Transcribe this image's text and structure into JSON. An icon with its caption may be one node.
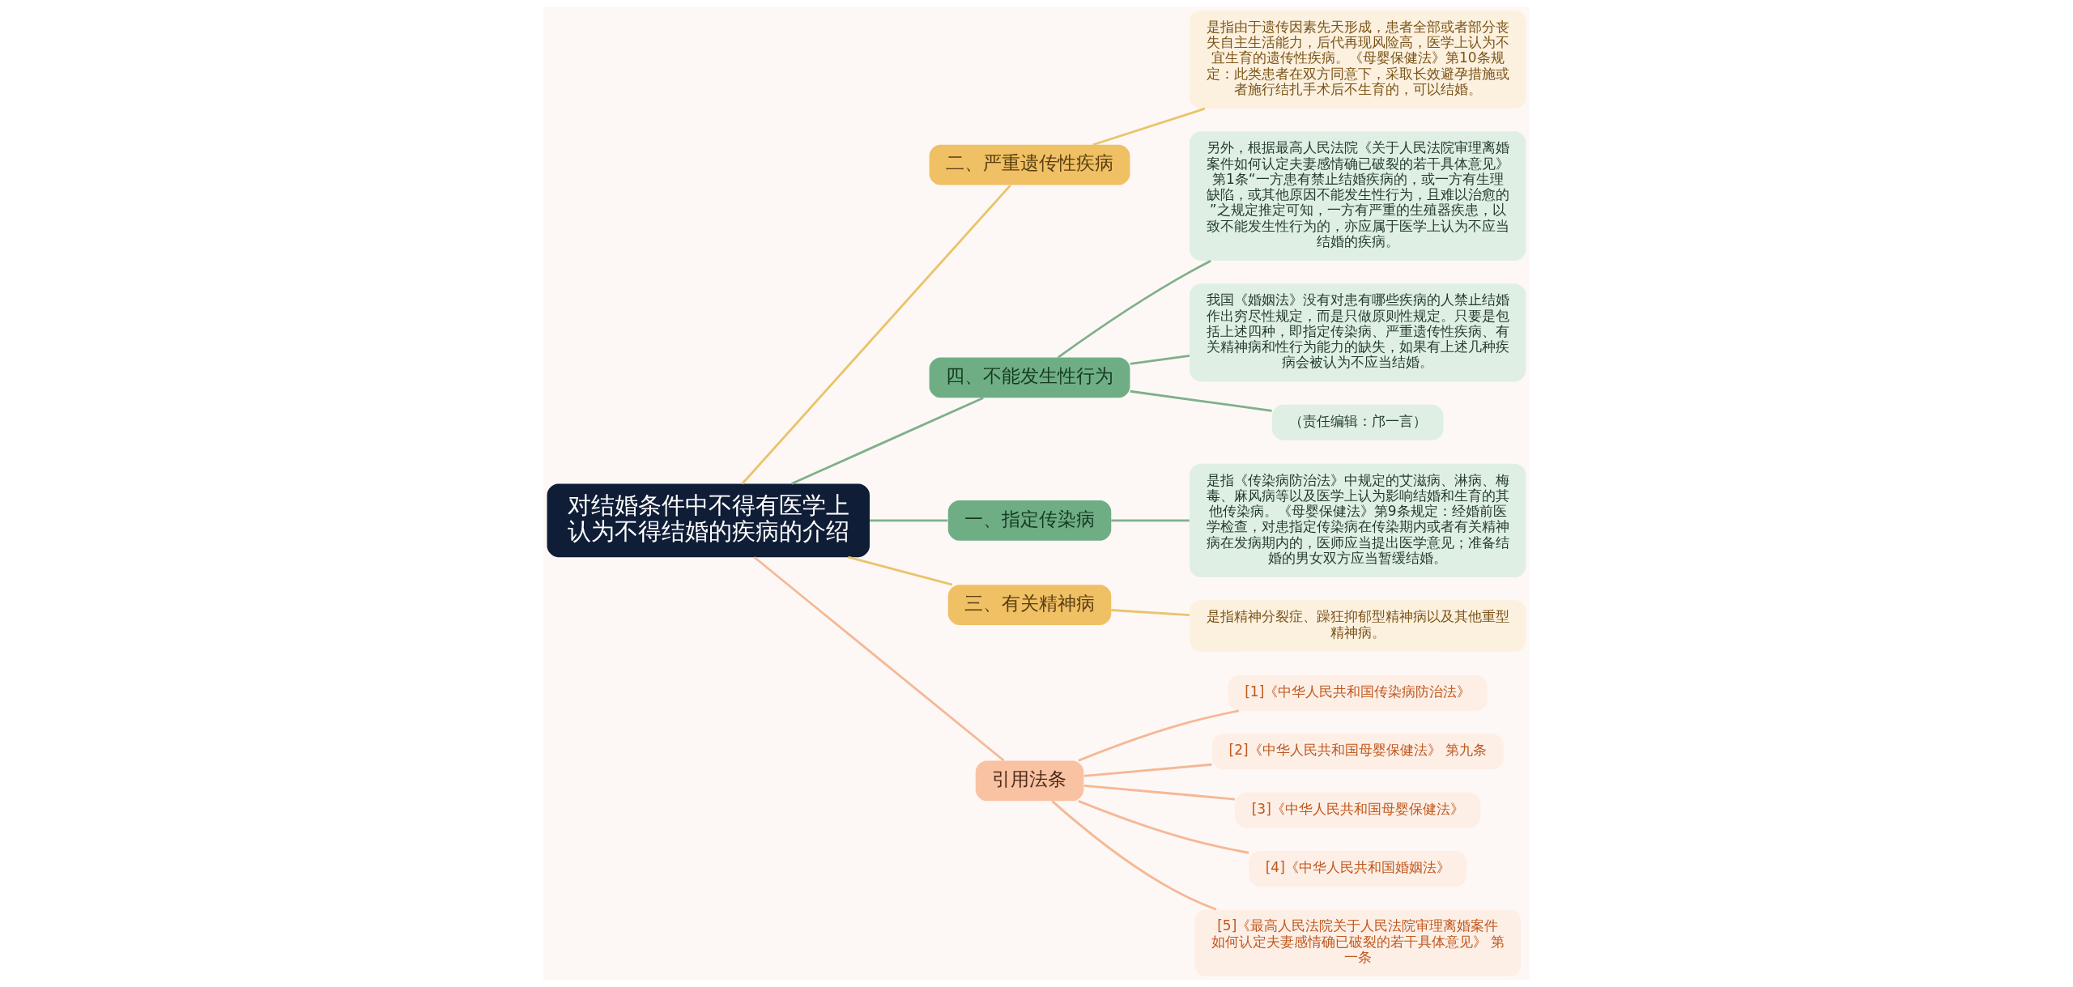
{
  "diagram": {
    "nodes": [
      {
        "text": [
          "对结婚条件中不得有医学上认为不得结婚的疾病的介绍"
        ]
      },
      {
        "text": [
          "二、严重遗传性疾病"
        ]
      },
      {
        "text": [
          "是指由于遗传因素先天形成，患者全部或者部分丧失自主生活能力，后代再现风险高，医学上认为不宜生育的遗传性疾病。《母婴保健法》第10条规定：此类患者在双方同意下，采取长效避孕措施或者施行结扎手术后不生育的，可以结婚。"
        ]
      },
      {
        "text": [
          "四、不能发生性行为"
        ]
      },
      {
        "text": [
          "另外，根据最高人民法院《关于人民法院审理离婚案件如何认定夫妻感情确已破裂的若干具体意见》第1条“一方患有禁止结婚疾病的，或一方有生理缺陷，或其他原因不能发生性行为，且难以治愈的”之规定推定可知，一方有严重的生殖器疾患，以致不能发生性行为的，亦应属于医学上认为不应当结婚的疾病。"
        ]
      },
      {
        "text": [
          "我国《婚姻法》没有对患有哪些疾病的人禁止结婚作出穷尽性规定，而是只做原则性规定。只要是包括上述四种，即指定传染病、严重遗传性疾病、有关精神病和性行为能力的缺失，如果有上述几种疾病会被认为不应当结婚。"
        ]
      },
      {
        "text": [
          "（责任编辑：邝一言）"
        ]
      },
      {
        "text": [
          "一、指定传染病"
        ]
      },
      {
        "text": [
          "是指《传染病防治法》中规定的艾滋病、淋病、梅毒、麻风病等以及医学上认为影响结婚和生育的其他传染病。《母婴保健法》第9条规定：经婚前医学检查，对患指定传染病在传染期内或者有关精神病在发病期内的，医师应当提出医学意见；准备结婚的男女双方应当暂缓结婚。"
        ]
      },
      {
        "text": [
          "三、有关精神病"
        ]
      },
      {
        "text": [
          "是指精神分裂症、躁狂抑郁型精神病以及其他重型精神病。"
        ]
      },
      {
        "text": [
          "引用法条"
        ]
      },
      {
        "text": [
          "[1]《中华人民共和国传染病防治法》"
        ]
      },
      {
        "text": [
          "[2]《中华人民共和国母婴保健法》 第九条"
        ]
      },
      {
        "text": [
          "[3]《中华人民共和国母婴保健法》"
        ]
      },
      {
        "text": [
          "[4]《中华人民共和国婚姻法》"
        ]
      },
      {
        "text": [
          "[5]《最高人民法院关于人民法院审理离婚案件如何认定夫妻感情确已破裂的若干具体意见》 第一条"
        ]
      }
    ],
    "edges": [
      {
        "from": 0,
        "to": 1,
        "arrow": "none",
        "color": "#e9c46a"
      },
      {
        "from": 1,
        "to": 2,
        "arrow": "none",
        "color": "#e9c46a"
      },
      {
        "from": 0,
        "to": 3,
        "arrow": "none",
        "color": "#7fb08a"
      },
      {
        "from": 3,
        "to": 4,
        "arrow": "none",
        "color": "#7fb08a"
      },
      {
        "from": 3,
        "to": 5,
        "arrow": "none",
        "color": "#7fb08a"
      },
      {
        "from": 3,
        "to": 6,
        "arrow": "none",
        "color": "#7fb08a"
      },
      {
        "from": 0,
        "to": 7,
        "arrow": "none",
        "color": "#7fb08a"
      },
      {
        "from": 7,
        "to": 8,
        "arrow": "none",
        "color": "#7fb08a"
      },
      {
        "from": 0,
        "to": 9,
        "arrow": "none",
        "color": "#e9c46a"
      },
      {
        "from": 9,
        "to": 10,
        "arrow": "none",
        "color": "#e9c46a"
      },
      {
        "from": 0,
        "to": 11,
        "arrow": "none",
        "color": "#f5b895"
      },
      {
        "from": 11,
        "to": 12,
        "arrow": "none",
        "color": "#f5b895"
      },
      {
        "from": 11,
        "to": 13,
        "arrow": "none",
        "color": "#f5b895"
      },
      {
        "from": 11,
        "to": 14,
        "arrow": "none",
        "color": "#f5b895"
      },
      {
        "from": 11,
        "to": 15,
        "arrow": "none",
        "color": "#f5b895"
      },
      {
        "from": 11,
        "to": 16,
        "arrow": "none",
        "color": "#f5b895"
      }
    ]
  }
}
